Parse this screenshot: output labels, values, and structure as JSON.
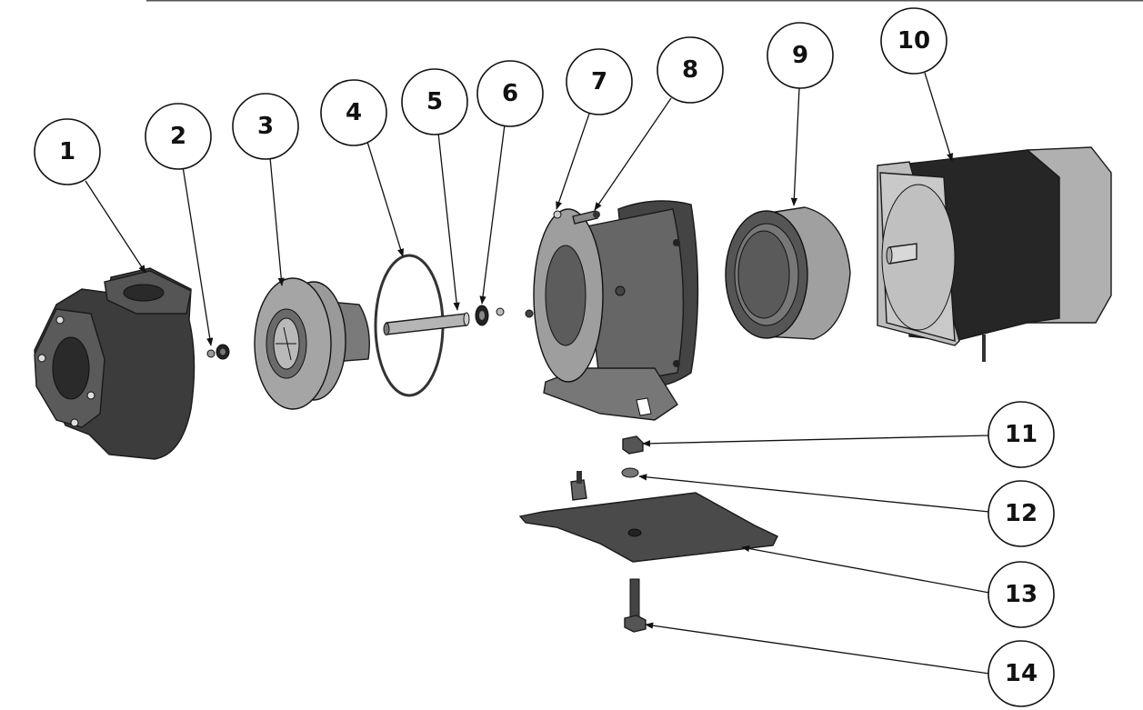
{
  "figure": {
    "type": "exploded-parts-diagram",
    "subject": "motor-driven centrifugal pump assembly"
  },
  "balloons": [
    {
      "number": "1",
      "part": "pump-casing"
    },
    {
      "number": "2",
      "part": "impeller-nut-and-washer"
    },
    {
      "number": "3",
      "part": "impeller"
    },
    {
      "number": "4",
      "part": "o-ring"
    },
    {
      "number": "5",
      "part": "shaft"
    },
    {
      "number": "6",
      "part": "shaft-seal"
    },
    {
      "number": "7",
      "part": "motor-adapter-housing"
    },
    {
      "number": "8",
      "part": "adapter-bolt"
    },
    {
      "number": "9",
      "part": "coupling"
    },
    {
      "number": "10",
      "part": "motor"
    },
    {
      "number": "11",
      "part": "nut"
    },
    {
      "number": "12",
      "part": "washer"
    },
    {
      "number": "13",
      "part": "base-plate"
    },
    {
      "number": "14",
      "part": "hex-bolt"
    }
  ],
  "colors": {
    "line": "#111111",
    "part_dark": "#3c3c3c",
    "part_mid": "#6e6e6e",
    "part_light": "#a9a9a9",
    "motor_body": "#262626",
    "top_rule": "#555555"
  }
}
